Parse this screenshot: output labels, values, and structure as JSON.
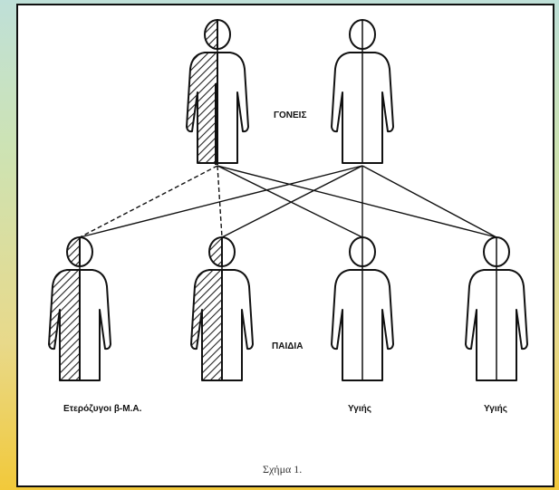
{
  "labels": {
    "parents": "ΓΟΝΕΙΣ",
    "children": "ΠΑΙΔΙΑ",
    "child1": "Ετερόζυγοι β-Μ.Α.",
    "child3": "Υγιής",
    "child4": "Υγιής",
    "caption": "Σχήμα 1."
  },
  "colors": {
    "line": "#111111",
    "frame": "#111111"
  }
}
